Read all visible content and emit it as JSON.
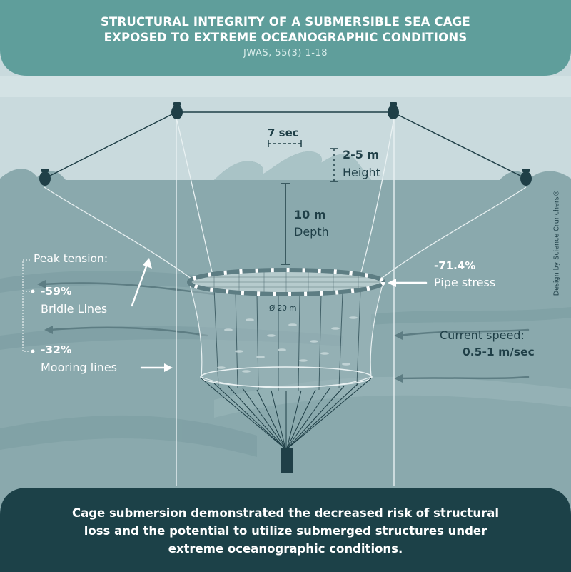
{
  "header": {
    "title_line1": "STRUCTURAL INTEGRITY OF A SUBMERSIBLE SEA CAGE",
    "title_line2": "EXPOSED TO EXTREME OCEANOGRAPHIC CONDITIONS",
    "citation": "JWAS, 55(3) 1-18"
  },
  "wave": {
    "period": "7 sec",
    "height_value": "2-5 m",
    "height_label": "Height"
  },
  "depth": {
    "value": "10 m",
    "label": "Depth"
  },
  "cage": {
    "diameter": "Ø 20 m"
  },
  "pipe": {
    "value": "-71.4%",
    "label": "Pipe stress"
  },
  "tension": {
    "heading": "Peak tension:",
    "bridle_value": "-59%",
    "bridle_label": "Bridle Lines",
    "mooring_value": "-32%",
    "mooring_label": "Mooring lines"
  },
  "current": {
    "label": "Current speed:",
    "value": "0.5-1 m/sec"
  },
  "credit": "Design by Science Crunchers®",
  "footer": {
    "line1": "Cage submersion demonstrated the decreased risk of structural",
    "line2": "loss and the potential to utilize submerged structures under",
    "line3": "extreme oceanographic conditions."
  },
  "colors": {
    "header_bg": "#5f9e9b",
    "footer_bg": "#1c4148",
    "sky": "#c9dadd",
    "sea": "#8aa9ad",
    "text_dark": "#1f3f47"
  }
}
